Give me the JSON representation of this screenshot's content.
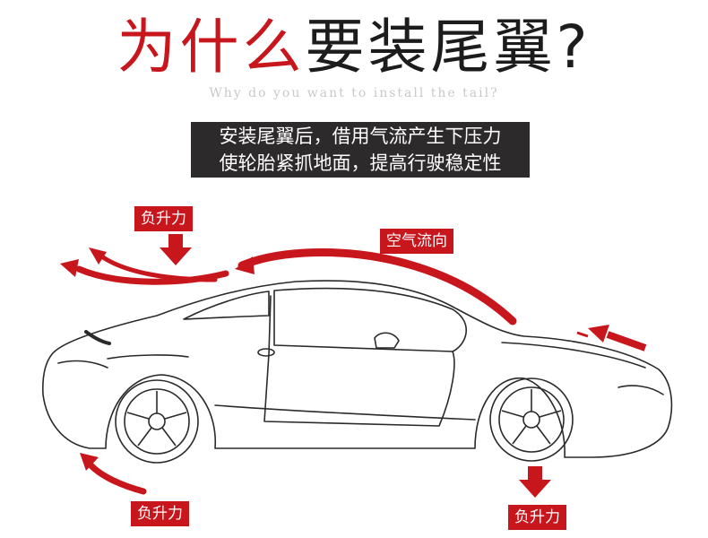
{
  "title": {
    "red": "为什么",
    "black": "要装尾翼?"
  },
  "subtitle": "Why do you want to install the tail?",
  "description": {
    "line1": "安装尾翼后，借用气流产生下压力",
    "line2": "使轮胎紧抓地面，提高行驶稳定性"
  },
  "labels": {
    "downforce_top": "负升力",
    "airflow": "空气流向",
    "downforce_bottom_left": "负升力",
    "downforce_bottom_right": "负升力"
  },
  "colors": {
    "accent": "#c8161d",
    "dark_box": "#2d2a2b",
    "line": "#333333"
  }
}
